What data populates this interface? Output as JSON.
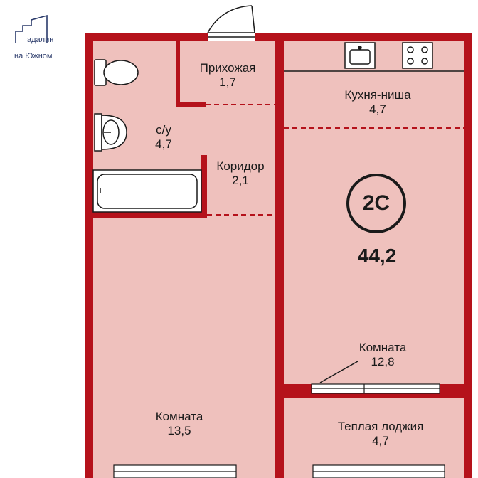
{
  "logo": {
    "line1": "адалин",
    "line2": "на Южном",
    "color": "#2a3a6a"
  },
  "plan": {
    "type_badge": "2С",
    "total_area": "44,2",
    "wall_color": "#b5121b",
    "floor_color": "#efc1bd",
    "rooms": [
      {
        "id": "hallway",
        "name": "Прихожая",
        "area": "1,7"
      },
      {
        "id": "kitchen",
        "name": "Кухня-ниша",
        "area": "4,7"
      },
      {
        "id": "bathroom",
        "name": "с/у",
        "area": "4,7"
      },
      {
        "id": "corridor",
        "name": "Коридор",
        "area": "2,1"
      },
      {
        "id": "room-right",
        "name": "Комната",
        "area": "12,8"
      },
      {
        "id": "room-left",
        "name": "Комната",
        "area": "13,5"
      },
      {
        "id": "loggia",
        "name": "Теплая лоджия",
        "area": "4,7"
      }
    ]
  }
}
